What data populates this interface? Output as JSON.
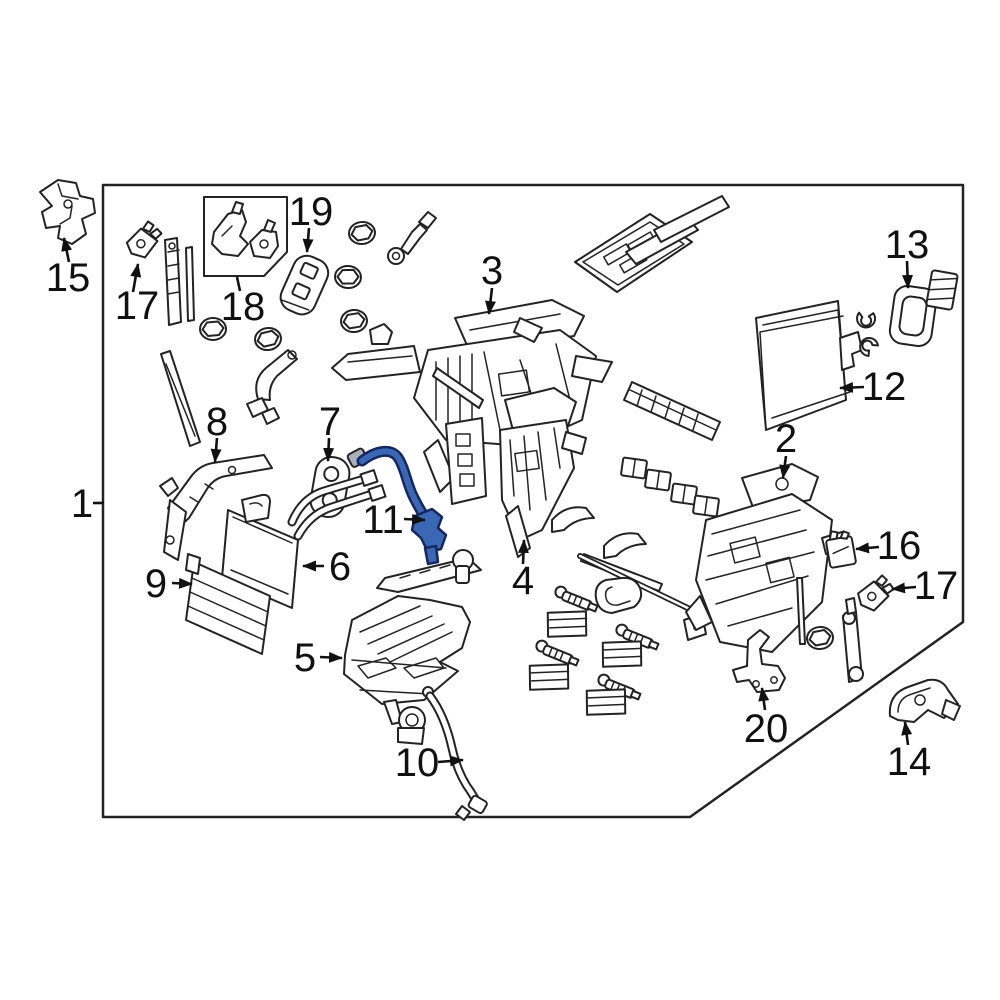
{
  "figure": {
    "type": "exploded-parts-diagram",
    "subject": "HVAC heater and evaporator case assembly",
    "background_color": "#ffffff",
    "line_color": "#232323",
    "highlight_color": "#3b68b5",
    "highlight_outline_color": "#16275f",
    "highlighted_part_number": "11"
  },
  "callouts": [
    {
      "number": "1"
    },
    {
      "number": "2"
    },
    {
      "number": "3"
    },
    {
      "number": "4"
    },
    {
      "number": "5"
    },
    {
      "number": "6"
    },
    {
      "number": "7"
    },
    {
      "number": "8"
    },
    {
      "number": "9"
    },
    {
      "number": "10"
    },
    {
      "number": "11"
    },
    {
      "number": "12"
    },
    {
      "number": "13"
    },
    {
      "number": "14"
    },
    {
      "number": "15"
    },
    {
      "number": "16"
    },
    {
      "number": "17"
    },
    {
      "number": "17"
    },
    {
      "number": "18"
    },
    {
      "number": "19"
    },
    {
      "number": "20"
    }
  ]
}
